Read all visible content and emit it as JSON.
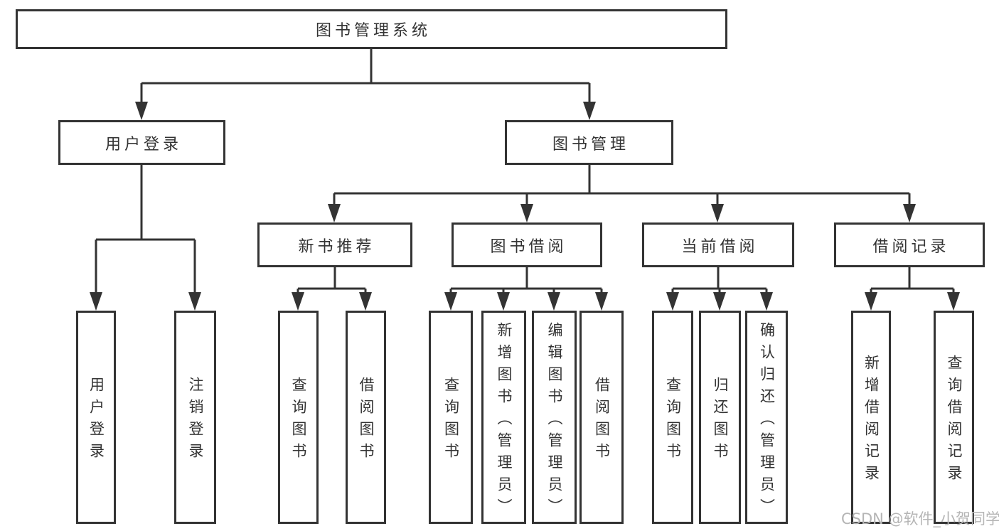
{
  "diagram": {
    "type": "hierarchy-tree",
    "title": "图书管理系统",
    "colors": {
      "line": "#333333",
      "node_border": "#333333",
      "node_fill": "#ffffff",
      "text": "#333333",
      "watermark": "#b5b5b5",
      "background": "#ffffff"
    }
  },
  "tree": {
    "label": "图书管理系统",
    "children": [
      {
        "label": "用户登录",
        "children": [
          {
            "label": "用户登录"
          },
          {
            "label": "注销登录"
          }
        ]
      },
      {
        "label": "图书管理",
        "children": [
          {
            "label": "新书推荐",
            "children": [
              {
                "label": "查询图书"
              },
              {
                "label": "借阅图书"
              }
            ]
          },
          {
            "label": "图书借阅",
            "children": [
              {
                "label": "查询图书"
              },
              {
                "label": "新增图书（管理员）"
              },
              {
                "label": "编辑图书（管理员）"
              },
              {
                "label": "借阅图书"
              }
            ]
          },
          {
            "label": "当前借阅",
            "children": [
              {
                "label": "查询图书"
              },
              {
                "label": "归还图书"
              },
              {
                "label": "确认归还（管理员）"
              }
            ]
          },
          {
            "label": "借阅记录",
            "children": [
              {
                "label": "新增借阅记录"
              },
              {
                "label": "查询借阅记录"
              }
            ]
          }
        ]
      }
    ]
  },
  "watermark": {
    "text": "CSDN @软件_小贺同学"
  }
}
